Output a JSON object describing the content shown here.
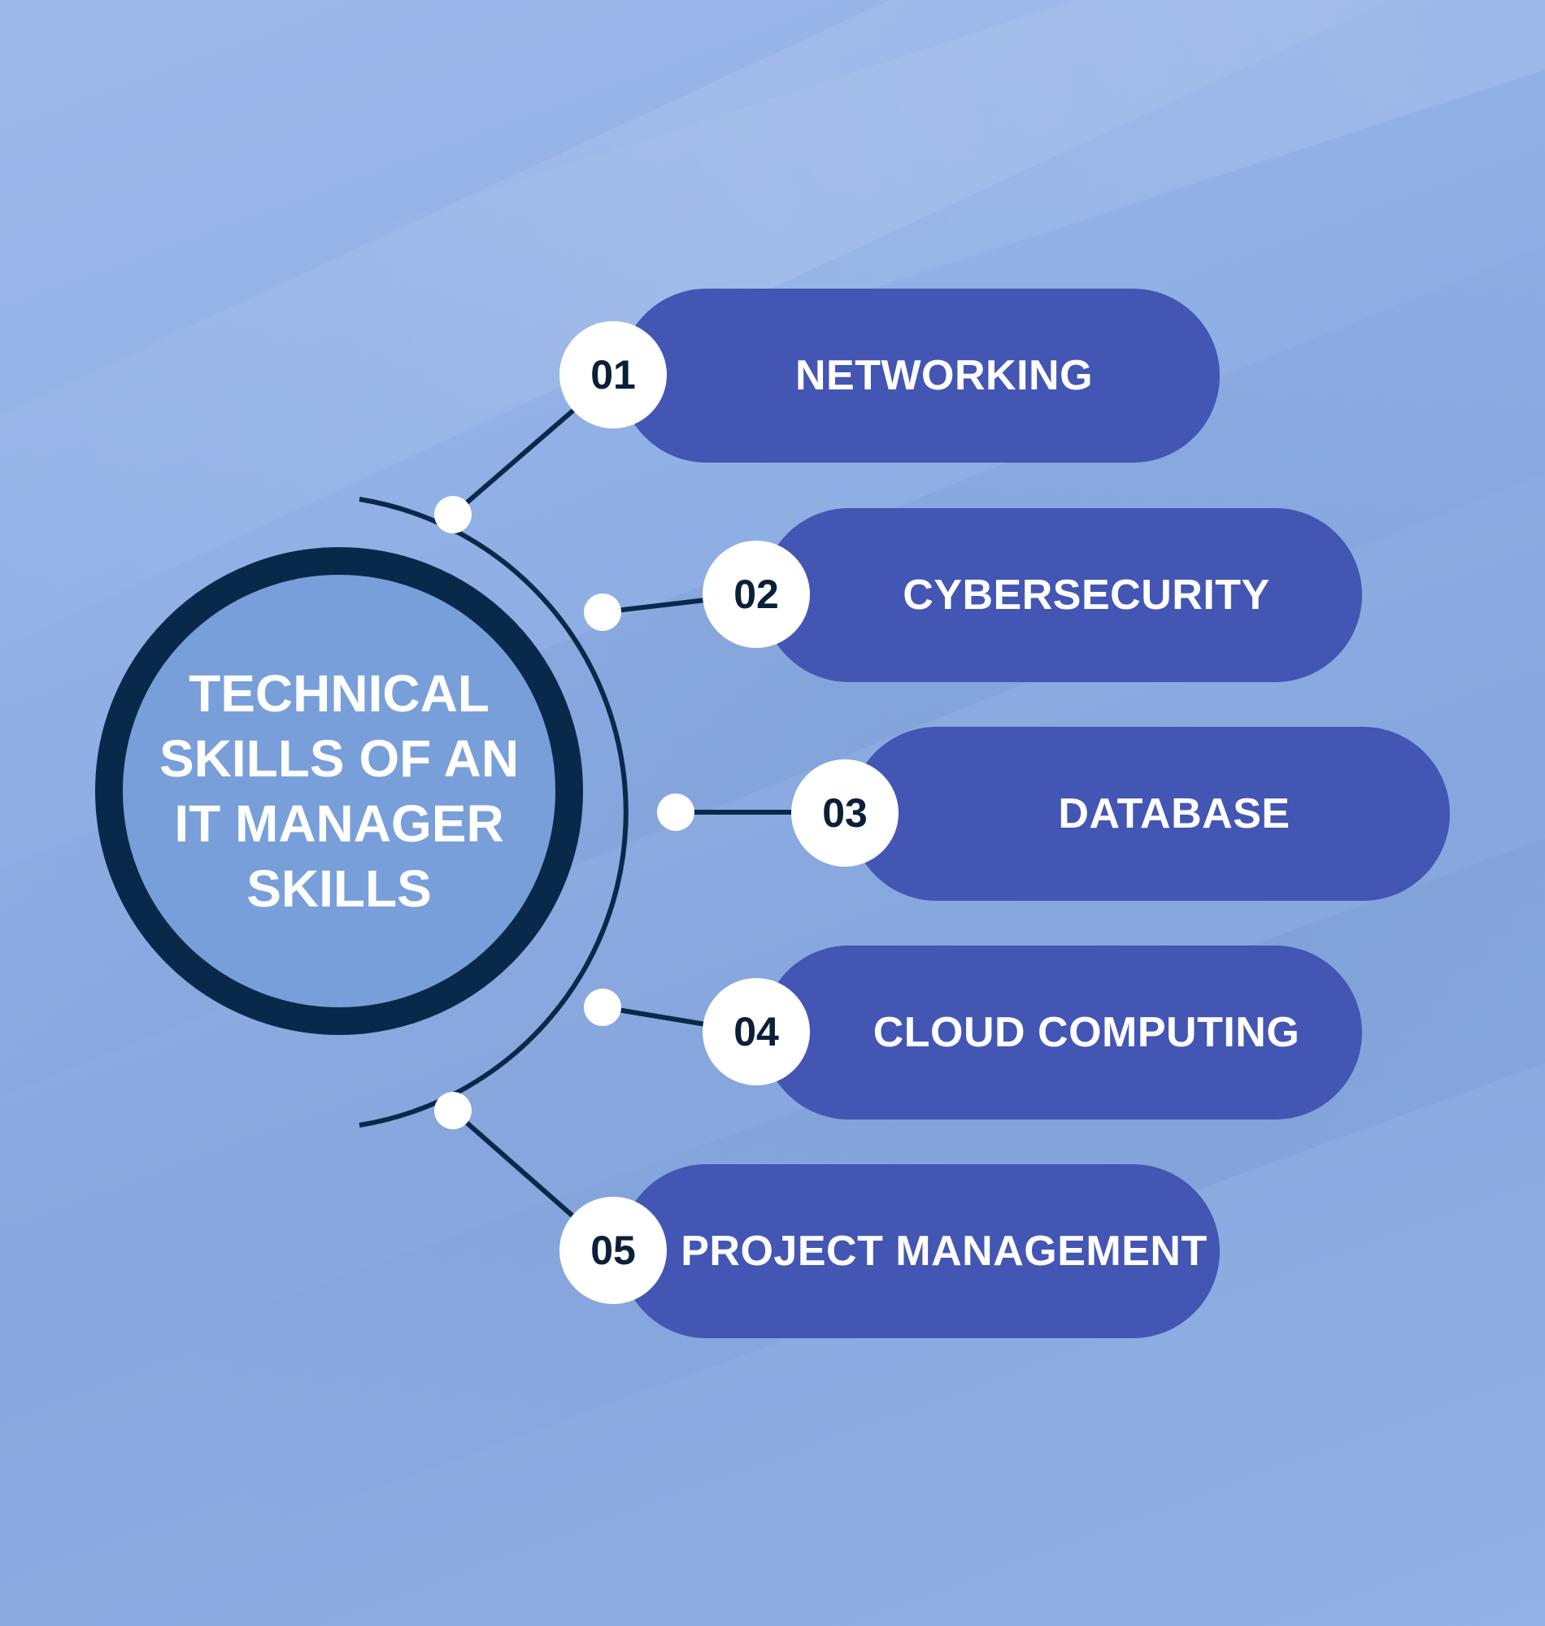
{
  "hub": {
    "title_lines": [
      "TECHNICAL",
      "SKILLS OF AN",
      "IT MANAGER",
      "SKILLS"
    ]
  },
  "items": [
    {
      "number": "01",
      "label": "NETWORKING"
    },
    {
      "number": "02",
      "label": "CYBERSECURITY"
    },
    {
      "number": "03",
      "label": "DATABASE"
    },
    {
      "number": "04",
      "label": "CLOUD COMPUTING"
    },
    {
      "number": "05",
      "label": "PROJECT MANAGEMENT"
    }
  ],
  "colors": {
    "background": "#8fafe5",
    "hub_ring": "#09294a",
    "hub_fill": "#789fd9",
    "pill": "#4356b3",
    "badge": "#ffffff",
    "badge_text": "#0b1f38",
    "connector": "#09294a"
  }
}
